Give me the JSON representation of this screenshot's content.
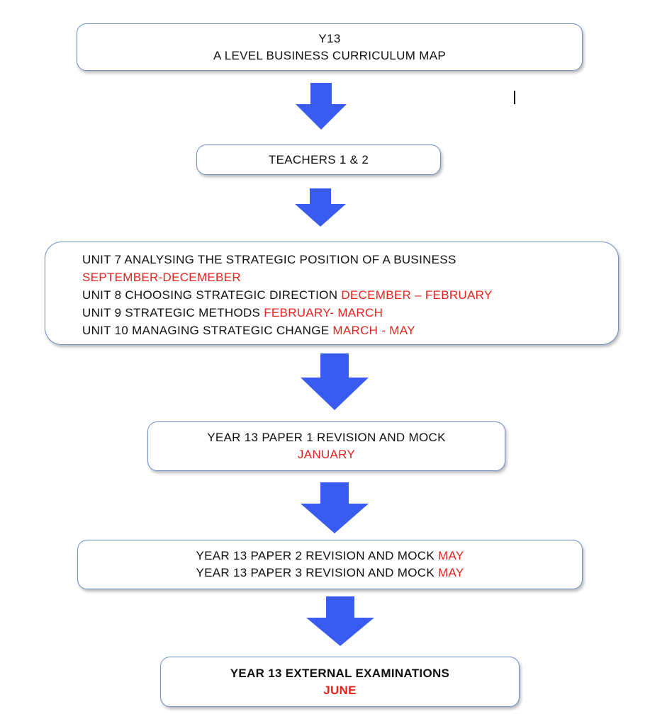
{
  "boxes": {
    "title": {
      "line1": "Y13",
      "line2": "A LEVEL BUSINESS CURRICULUM MAP"
    },
    "teachers": {
      "text": "TEACHERS 1 & 2"
    },
    "units": [
      {
        "text": "UNIT 7 ANALYSING THE STRATEGIC POSITION OF A BUSINESS",
        "date": "SEPTEMBER-DECEMEBER"
      },
      {
        "text": "UNIT 8 CHOOSING STRATEGIC DIRECTION",
        "date": "DECEMBER – FEBRUARY"
      },
      {
        "text": "UNIT 9 STRATEGIC METHODS",
        "date": "FEBRUARY- MARCH"
      },
      {
        "text": "UNIT 10 MANAGING STRATEGIC CHANGE",
        "date": "MARCH - MAY"
      }
    ],
    "paper1": {
      "text": "YEAR 13 PAPER 1 REVISION AND MOCK",
      "date": "JANUARY"
    },
    "papers23": [
      {
        "text": "YEAR 13 PAPER 2 REVISION AND MOCK",
        "date": "MAY"
      },
      {
        "text": "YEAR 13 PAPER 3 REVISION AND MOCK",
        "date": "MAY"
      }
    ],
    "exams": {
      "text": "YEAR 13 EXTERNAL EXAMINATIONS",
      "date": "JUNE"
    }
  },
  "colors": {
    "arrow": "#3a5bf0",
    "border": "#6b8fc9",
    "highlight": "#e8221d"
  },
  "icons": {
    "arrow": "down-arrow-icon"
  }
}
